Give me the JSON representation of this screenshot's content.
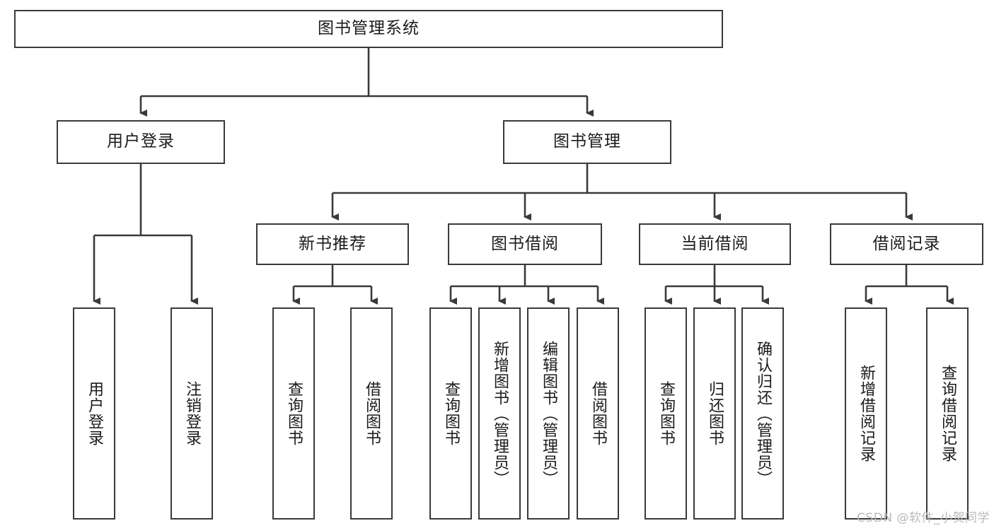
{
  "diagram": {
    "type": "tree-hierarchy",
    "title": "图书管理系统",
    "orientation": "top-down",
    "colors": {
      "background": "#ffffff",
      "box_border": "#3a3a3a",
      "box_fill": "#ffffff",
      "text": "#1b1b1b",
      "connector": "#3a3a3a",
      "watermark": "#b9b9b9"
    },
    "root": {
      "id": "root",
      "label": "图书管理系统",
      "level": 1,
      "text_orientation": "horizontal"
    },
    "level2": [
      {
        "id": "user-login",
        "label": "用户登录",
        "text_orientation": "horizontal"
      },
      {
        "id": "book-manage",
        "label": "图书管理",
        "text_orientation": "horizontal"
      }
    ],
    "level3": [
      {
        "id": "new-book-rec",
        "label": "新书推荐",
        "parent": "book-manage",
        "text_orientation": "horizontal"
      },
      {
        "id": "book-borrow",
        "label": "图书借阅",
        "parent": "book-manage",
        "text_orientation": "horizontal"
      },
      {
        "id": "current-borrow",
        "label": "当前借阅",
        "parent": "book-manage",
        "text_orientation": "horizontal"
      },
      {
        "id": "borrow-record",
        "label": "借阅记录",
        "parent": "book-manage",
        "text_orientation": "horizontal"
      }
    ],
    "leaves": [
      {
        "id": "leaf-user-login",
        "label": "用户登录",
        "parent": "user-login",
        "text_orientation": "vertical"
      },
      {
        "id": "leaf-user-logout",
        "label": "注销登录",
        "parent": "user-login",
        "text_orientation": "vertical"
      },
      {
        "id": "leaf-query-book-1",
        "label": "查询图书",
        "parent": "new-book-rec",
        "text_orientation": "vertical"
      },
      {
        "id": "leaf-borrow-book-1",
        "label": "借阅图书",
        "parent": "new-book-rec",
        "text_orientation": "vertical"
      },
      {
        "id": "leaf-query-book-2",
        "label": "查询图书",
        "parent": "book-borrow",
        "text_orientation": "vertical"
      },
      {
        "id": "leaf-add-book",
        "label": "新增图书（管理员）",
        "parent": "book-borrow",
        "text_orientation": "vertical"
      },
      {
        "id": "leaf-edit-book",
        "label": "编辑图书（管理员）",
        "parent": "book-borrow",
        "text_orientation": "vertical"
      },
      {
        "id": "leaf-borrow-book-2",
        "label": "借阅图书",
        "parent": "book-borrow",
        "text_orientation": "vertical"
      },
      {
        "id": "leaf-query-book-3",
        "label": "查询图书",
        "parent": "current-borrow",
        "text_orientation": "vertical"
      },
      {
        "id": "leaf-return-book",
        "label": "归还图书",
        "parent": "current-borrow",
        "text_orientation": "vertical"
      },
      {
        "id": "leaf-confirm-return",
        "label": "确认归还（管理员）",
        "parent": "current-borrow",
        "text_orientation": "vertical"
      },
      {
        "id": "leaf-add-record",
        "label": "新增借阅记录",
        "parent": "borrow-record",
        "text_orientation": "vertical"
      },
      {
        "id": "leaf-query-record",
        "label": "查询借阅记录",
        "parent": "borrow-record",
        "text_orientation": "vertical"
      }
    ]
  },
  "watermark": {
    "text": "CSDN @软件_小贺同学"
  }
}
